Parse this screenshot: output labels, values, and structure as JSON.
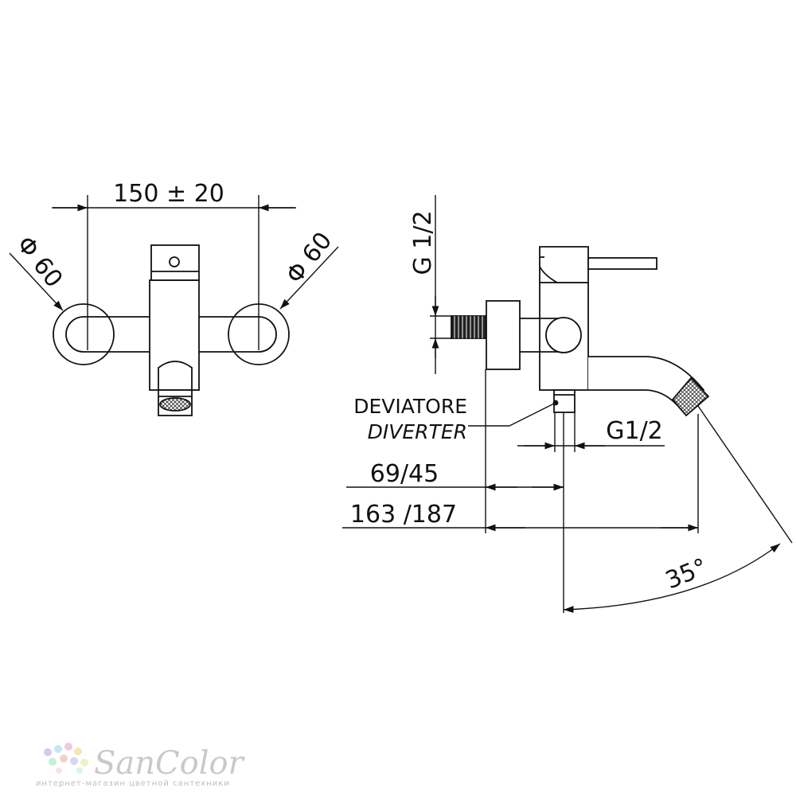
{
  "front_view": {
    "width_dimension": "150 ± 20",
    "left_diameter": "Φ 60",
    "right_diameter": "Φ 60"
  },
  "side_view": {
    "inlet_thread": "G 1/2",
    "diverter_label_it": "DEVIATORE",
    "diverter_label_en": "DIVERTER",
    "outlet_thread": "G1/2",
    "depth_dimension_1": "69/45",
    "depth_dimension_2": "163 /187",
    "spout_angle": "35°"
  },
  "watermark": {
    "brand": "SanColor",
    "tagline": "интернет-магазин цветной сантехники"
  }
}
